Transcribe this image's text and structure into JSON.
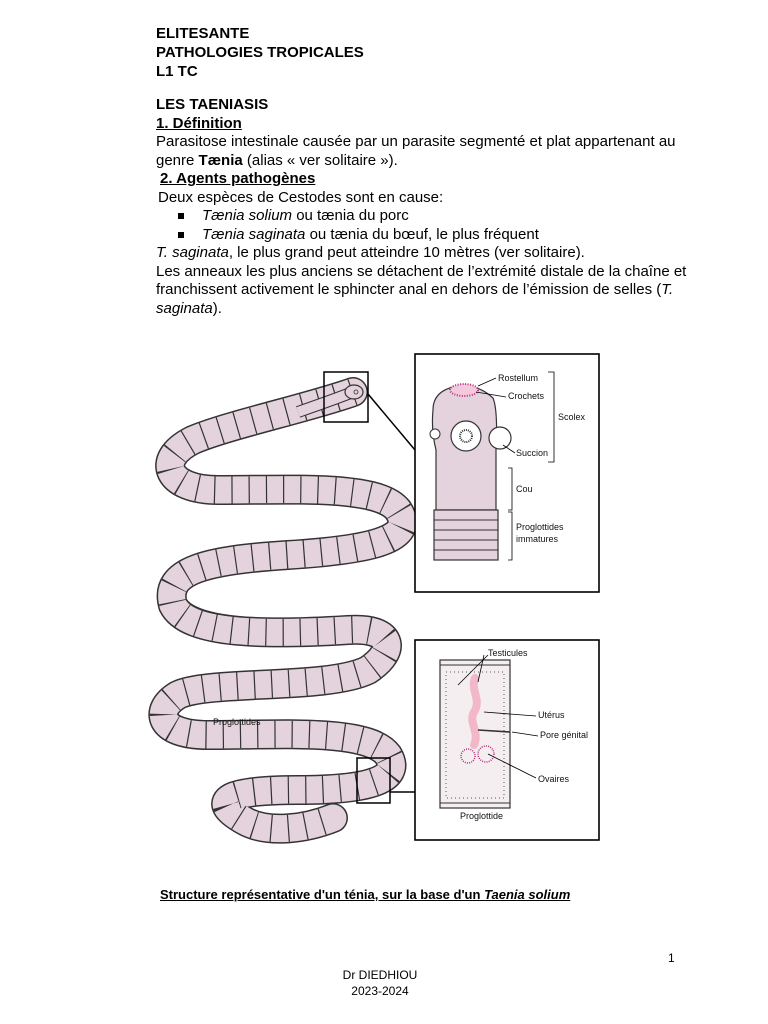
{
  "header": {
    "line1": "ELITESANTE",
    "line2": "PATHOLOGIES TROPICALES",
    "line3": "L1 TC"
  },
  "body": {
    "title": "LES TAENIASIS",
    "section1_heading": "1. Définition",
    "def_part1": "Parasitose intestinale causée par un parasite segmenté et plat appartenant au genre ",
    "def_bold": "Tænia",
    "def_part2": " (alias « ver solitaire »).",
    "section2_heading": "2. Agents pathogènes",
    "species_intro": "Deux espèces de Cestodes sont en cause:",
    "bullet1_italic": "Tænia solium",
    "bullet1_rest": " ou tænia du porc",
    "bullet2_italic": "Tænia saginata",
    "bullet2_rest": " ou tænia du bœuf, le plus fréquent",
    "saginata_italic": "T. saginata",
    "saginata_rest": ", le plus grand peut atteindre 10 mètres (ver solitaire).",
    "anneaux_part1": "Les anneaux les plus anciens se détachent de l’extrémité distale de la chaîne et franchissent activement le sphincter anal en dehors de l’émission de selles (",
    "anneaux_italic": "T. saginata",
    "anneaux_part2": ")."
  },
  "figure": {
    "labels": {
      "rostellum": "Rostellum",
      "crochets": "Crochets",
      "scolex": "Scolex",
      "succion": "Succion",
      "cou": "Cou",
      "proglottides_immatures_1": "Proglottides",
      "proglottides_immatures_2": "immatures",
      "testicules": "Testicules",
      "uterus": "Utérus",
      "pore_genital": "Pore génital",
      "ovaires": "Ovaires",
      "proglottide": "Proglottide",
      "proglottides_body": "Proglottides"
    },
    "colors": {
      "worm_fill": "#e4d3dc",
      "stroke": "#333333",
      "hooks": "#b0307a",
      "uterus": "#f2b7c9"
    }
  },
  "caption": {
    "text": "Structure représentative d'un ténia, sur la base d'un ",
    "italic": "Taenia solium"
  },
  "footer": {
    "page_number": "1",
    "author": "Dr DIEDHIOU",
    "year": "2023-2024"
  }
}
